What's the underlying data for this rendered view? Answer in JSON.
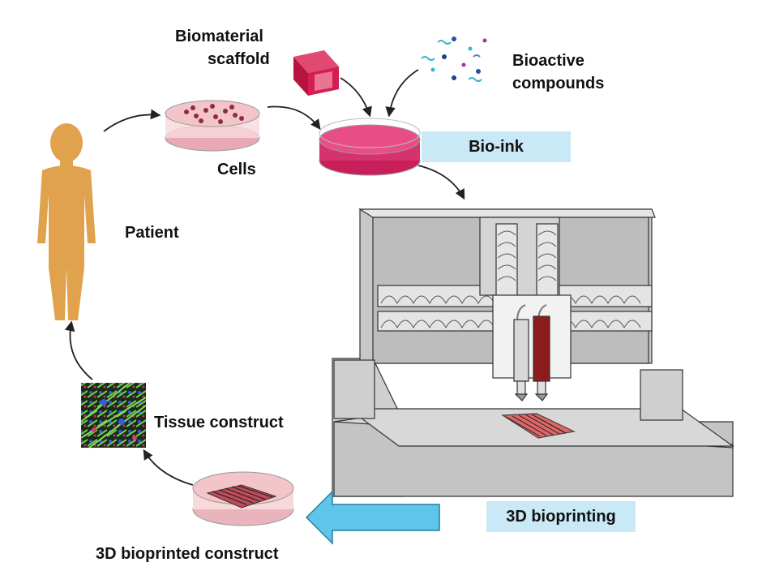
{
  "labels": {
    "biomaterial_scaffold_line1": "Biomaterial",
    "biomaterial_scaffold_line2": "scaffold",
    "bioactive_line1": "Bioactive",
    "bioactive_line2": "compounds",
    "bio_ink": "Bio-ink",
    "cells": "Cells",
    "patient": "Patient",
    "tissue_construct": "Tissue construct",
    "bioprinting": "3D bioprinting",
    "bioprinted_construct": "3D bioprinted construct"
  },
  "colors": {
    "patient": "#e1a24e",
    "bio_ink": "#d6336c",
    "scaffold": "#c2184b",
    "dish": "#f3c4c8",
    "label_box": "#c9e9f6",
    "big_arrow": "#5dc6ea",
    "printer_gray": "#bfbfbf",
    "cartridge_red": "#8c1c1c"
  },
  "icons": {
    "patient": "human-silhouette-icon",
    "scaffold": "cube-scaffold-icon",
    "compounds": "molecules-icon",
    "tissue": "tissue-micrograph-icon",
    "printer": "bioprinter-icon"
  }
}
